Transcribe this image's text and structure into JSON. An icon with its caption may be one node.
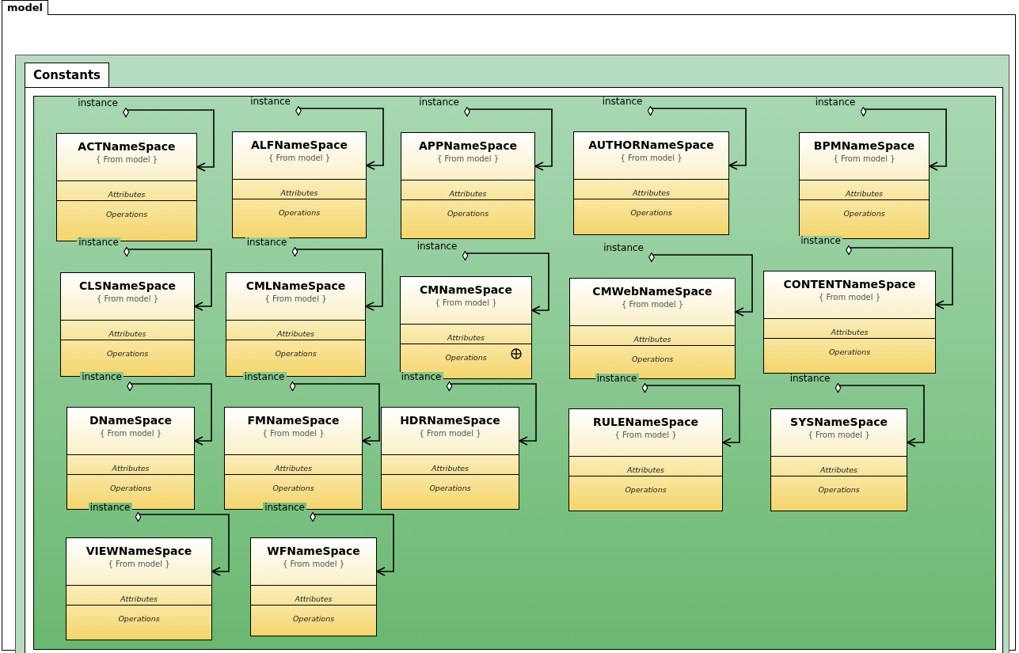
{
  "diagram": {
    "nodes": [
      {
        "text": [
          "model"
        ]
      },
      {
        "text": [
          "Constants"
        ],
        "in": 0
      },
      {
        "text": [
          "ACTNameSpace",
          "{ From model }",
          "Attributes",
          "Operations"
        ],
        "in": 1
      },
      {
        "text": [
          "ALFNameSpace",
          "{ From model }",
          "Attributes",
          "Operations"
        ],
        "in": 1
      },
      {
        "text": [
          "APPNameSpace",
          "{ From model }",
          "Attributes",
          "Operations"
        ],
        "in": 1
      },
      {
        "text": [
          "AUTHORNameSpace",
          "{ From model }",
          "Attributes",
          "Operations"
        ],
        "in": 1
      },
      {
        "text": [
          "BPMNameSpace",
          "{ From model }",
          "Attributes",
          "Operations"
        ],
        "in": 1
      },
      {
        "text": [
          "CLSNameSpace",
          "{ From model }",
          "Attributes",
          "Operations"
        ],
        "in": 1
      },
      {
        "text": [
          "CMLNameSpace",
          "{ From model }",
          "Attributes",
          "Operations"
        ],
        "in": 1
      },
      {
        "text": [
          "CMNameSpace",
          "{ From model }",
          "Attributes",
          "Operations"
        ],
        "in": 1
      },
      {
        "text": [
          "CMWebNameSpace",
          "{ From model }",
          "Attributes",
          "Operations"
        ],
        "in": 1
      },
      {
        "text": [
          "CONTENTNameSpace",
          "{ From model }",
          "Attributes",
          "Operations"
        ],
        "in": 1
      },
      {
        "text": [
          "DNameSpace",
          "{ From model }",
          "Attributes",
          "Operations"
        ],
        "in": 1
      },
      {
        "text": [
          "FMNameSpace",
          "{ From model }",
          "Attributes",
          "Operations"
        ],
        "in": 1
      },
      {
        "text": [
          "HDRNameSpace",
          "{ From model }",
          "Attributes",
          "Operations"
        ],
        "in": 1
      },
      {
        "text": [
          "RULENameSpace",
          "{ From model }",
          "Attributes",
          "Operations"
        ],
        "in": 1
      },
      {
        "text": [
          "SYSNameSpace",
          "{ From model }",
          "Attributes",
          "Operations"
        ],
        "in": 1
      },
      {
        "text": [
          "VIEWNameSpace",
          "{ From model }",
          "Attributes",
          "Operations"
        ],
        "in": 1
      },
      {
        "text": [
          "WFNameSpace",
          "{ From model }",
          "Attributes",
          "Operations"
        ],
        "in": 1
      }
    ],
    "edges": [
      {
        "from": 2,
        "to": 2,
        "arrow": "to",
        "label": "instance"
      },
      {
        "from": 3,
        "to": 3,
        "arrow": "to",
        "label": "instance"
      },
      {
        "from": 4,
        "to": 4,
        "arrow": "to",
        "label": "instance"
      },
      {
        "from": 5,
        "to": 5,
        "arrow": "to",
        "label": "instance"
      },
      {
        "from": 6,
        "to": 6,
        "arrow": "to",
        "label": "instance"
      },
      {
        "from": 7,
        "to": 7,
        "arrow": "to",
        "label": "instance"
      },
      {
        "from": 8,
        "to": 8,
        "arrow": "to",
        "label": "instance"
      },
      {
        "from": 9,
        "to": 9,
        "arrow": "to",
        "label": "instance"
      },
      {
        "from": 10,
        "to": 10,
        "arrow": "to",
        "label": "instance"
      },
      {
        "from": 11,
        "to": 11,
        "arrow": "to",
        "label": "instance"
      },
      {
        "from": 12,
        "to": 12,
        "arrow": "to",
        "label": "instance"
      },
      {
        "from": 13,
        "to": 13,
        "arrow": "to",
        "label": "instance"
      },
      {
        "from": 14,
        "to": 14,
        "arrow": "to",
        "label": "instance"
      },
      {
        "from": 15,
        "to": 15,
        "arrow": "to",
        "label": "instance"
      },
      {
        "from": 16,
        "to": 16,
        "arrow": "to",
        "label": "instance"
      },
      {
        "from": 17,
        "to": 17,
        "arrow": "to",
        "label": "instance"
      },
      {
        "from": 18,
        "to": 18,
        "arrow": "to",
        "label": "instance"
      }
    ]
  }
}
